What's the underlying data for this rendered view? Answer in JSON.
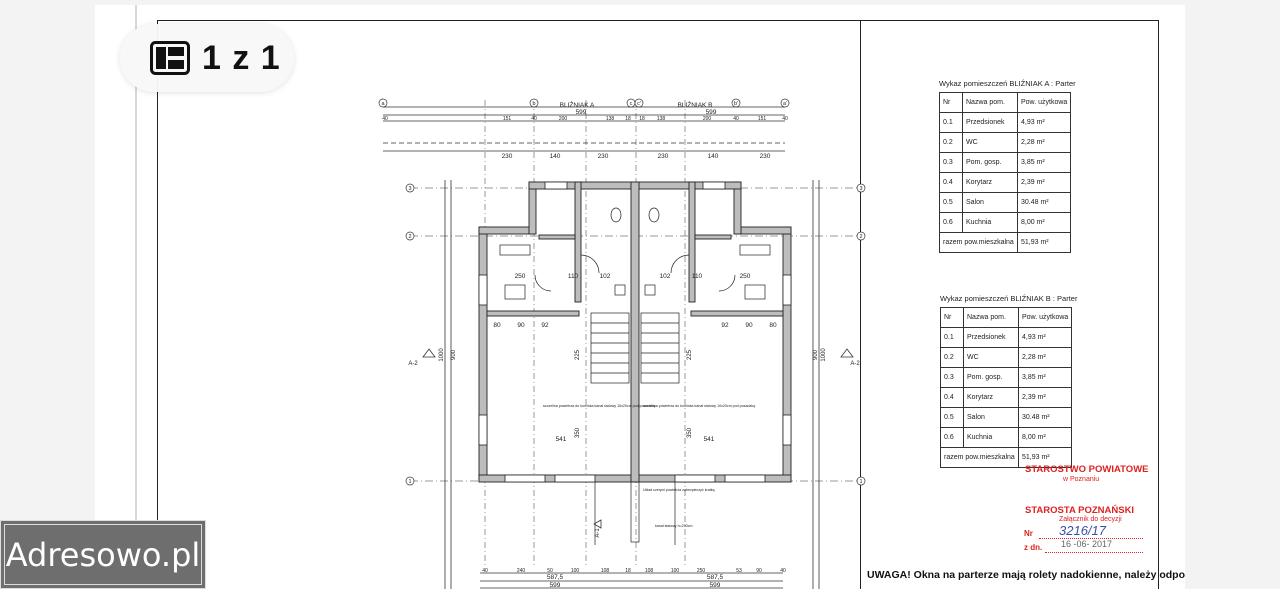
{
  "viewer": {
    "counter": "1 z 1",
    "icon": "floor-plan-icon",
    "watermark": "Adresowo.pl"
  },
  "plan": {
    "label_a": "BLIŹNIAK A",
    "label_b": "BLIŹNIAK B",
    "section_left": "A-2",
    "section_right": "A-2",
    "section_bottom": "A-1",
    "axis_markers_top": [
      "a",
      "b",
      "c",
      "c'",
      "b'",
      "a'"
    ],
    "axis_markers_side": [
      "3",
      "2",
      "1"
    ],
    "top_dims": [
      "599",
      "599"
    ],
    "top_subdims": [
      "40",
      "151",
      "40",
      "200",
      "138",
      "18",
      "18",
      "138",
      "200",
      "40",
      "151",
      "40"
    ],
    "dim_230": "230",
    "dim_140": "140",
    "dim_250": "250",
    "dim_102": "102",
    "dim_110": "110",
    "dim_90": "90",
    "dim_80": "80",
    "dim_92": "92",
    "dim_225": "225",
    "dim_541": "541",
    "dim_350": "350",
    "dim_1000": "1000",
    "dim_900": "900",
    "bottom_dims": [
      "587,5",
      "587,5",
      "599",
      "599"
    ],
    "bottom_subdims": [
      "40",
      "240",
      "50",
      "100",
      "108",
      "18",
      "108",
      "100",
      "250",
      "53",
      "90",
      "40"
    ],
    "chimney_note": "szczelina powietrza do kominka kanał stalowy 10x20cm pod posadzką",
    "duct_note": "Układ czerpni powietrza zabezpieczyć kratką",
    "flue_note": "kanał stalowy h=230cm"
  },
  "tables": [
    {
      "title": "Wykaz pomieszczeń BLIŹNIAK A : Parter",
      "headers": [
        "Nr",
        "Nazwa pom.",
        "Pow. użytkowa"
      ],
      "rows": [
        [
          "0.1",
          "Przedsionek",
          "4,93 m²"
        ],
        [
          "0.2",
          "WC",
          "2,28 m²"
        ],
        [
          "0.3",
          "Pom. gosp.",
          "3,85 m²"
        ],
        [
          "0.4",
          "Korytarz",
          "2,39 m²"
        ],
        [
          "0.5",
          "Salon",
          "30.48 m²"
        ],
        [
          "0.6",
          "Kuchnia",
          "8,00 m²"
        ]
      ],
      "total_label": "razem pow.mieszkalna",
      "total_value": "51,93 m²"
    },
    {
      "title": "Wykaz pomieszczeń BLIŹNIAK B : Parter",
      "headers": [
        "Nr",
        "Nazwa pom.",
        "Pow. użytkowa"
      ],
      "rows": [
        [
          "0.1",
          "Przedsionek",
          "4,93 m²"
        ],
        [
          "0.2",
          "WC",
          "2,28 m²"
        ],
        [
          "0.3",
          "Pom. gosp.",
          "3,85 m²"
        ],
        [
          "0.4",
          "Korytarz",
          "2,39 m²"
        ],
        [
          "0.5",
          "Salon",
          "30.48 m²"
        ],
        [
          "0.6",
          "Kuchnia",
          "8,00 m²"
        ]
      ],
      "total_label": "razem pow.mieszkalna",
      "total_value": "51,93 m²"
    }
  ],
  "stamps": {
    "office": "STAROSTWO POWIATOWE",
    "office_city": "w Poznaniu",
    "starosta": "STAROSTA POZNAŃSKI",
    "attachment": "Załącznik do decyzji",
    "nr_label": "Nr",
    "nr_value": "3216/17",
    "date_label": "z dn.",
    "date_value": "16 -06- 2017",
    "color": "#d22222"
  },
  "note": "UWAGA! Okna na parterze mają rolety nadokienne, należy odpowiednio podnieść nadproże."
}
